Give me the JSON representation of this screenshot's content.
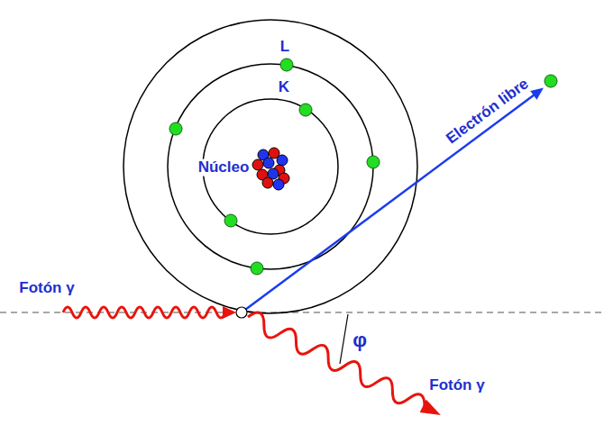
{
  "diagram": {
    "labels": [
      "L",
      "K",
      "Núcleo",
      "Electrón libre",
      "Fotón γ",
      "φ",
      "Fotón γ"
    ]
  }
}
